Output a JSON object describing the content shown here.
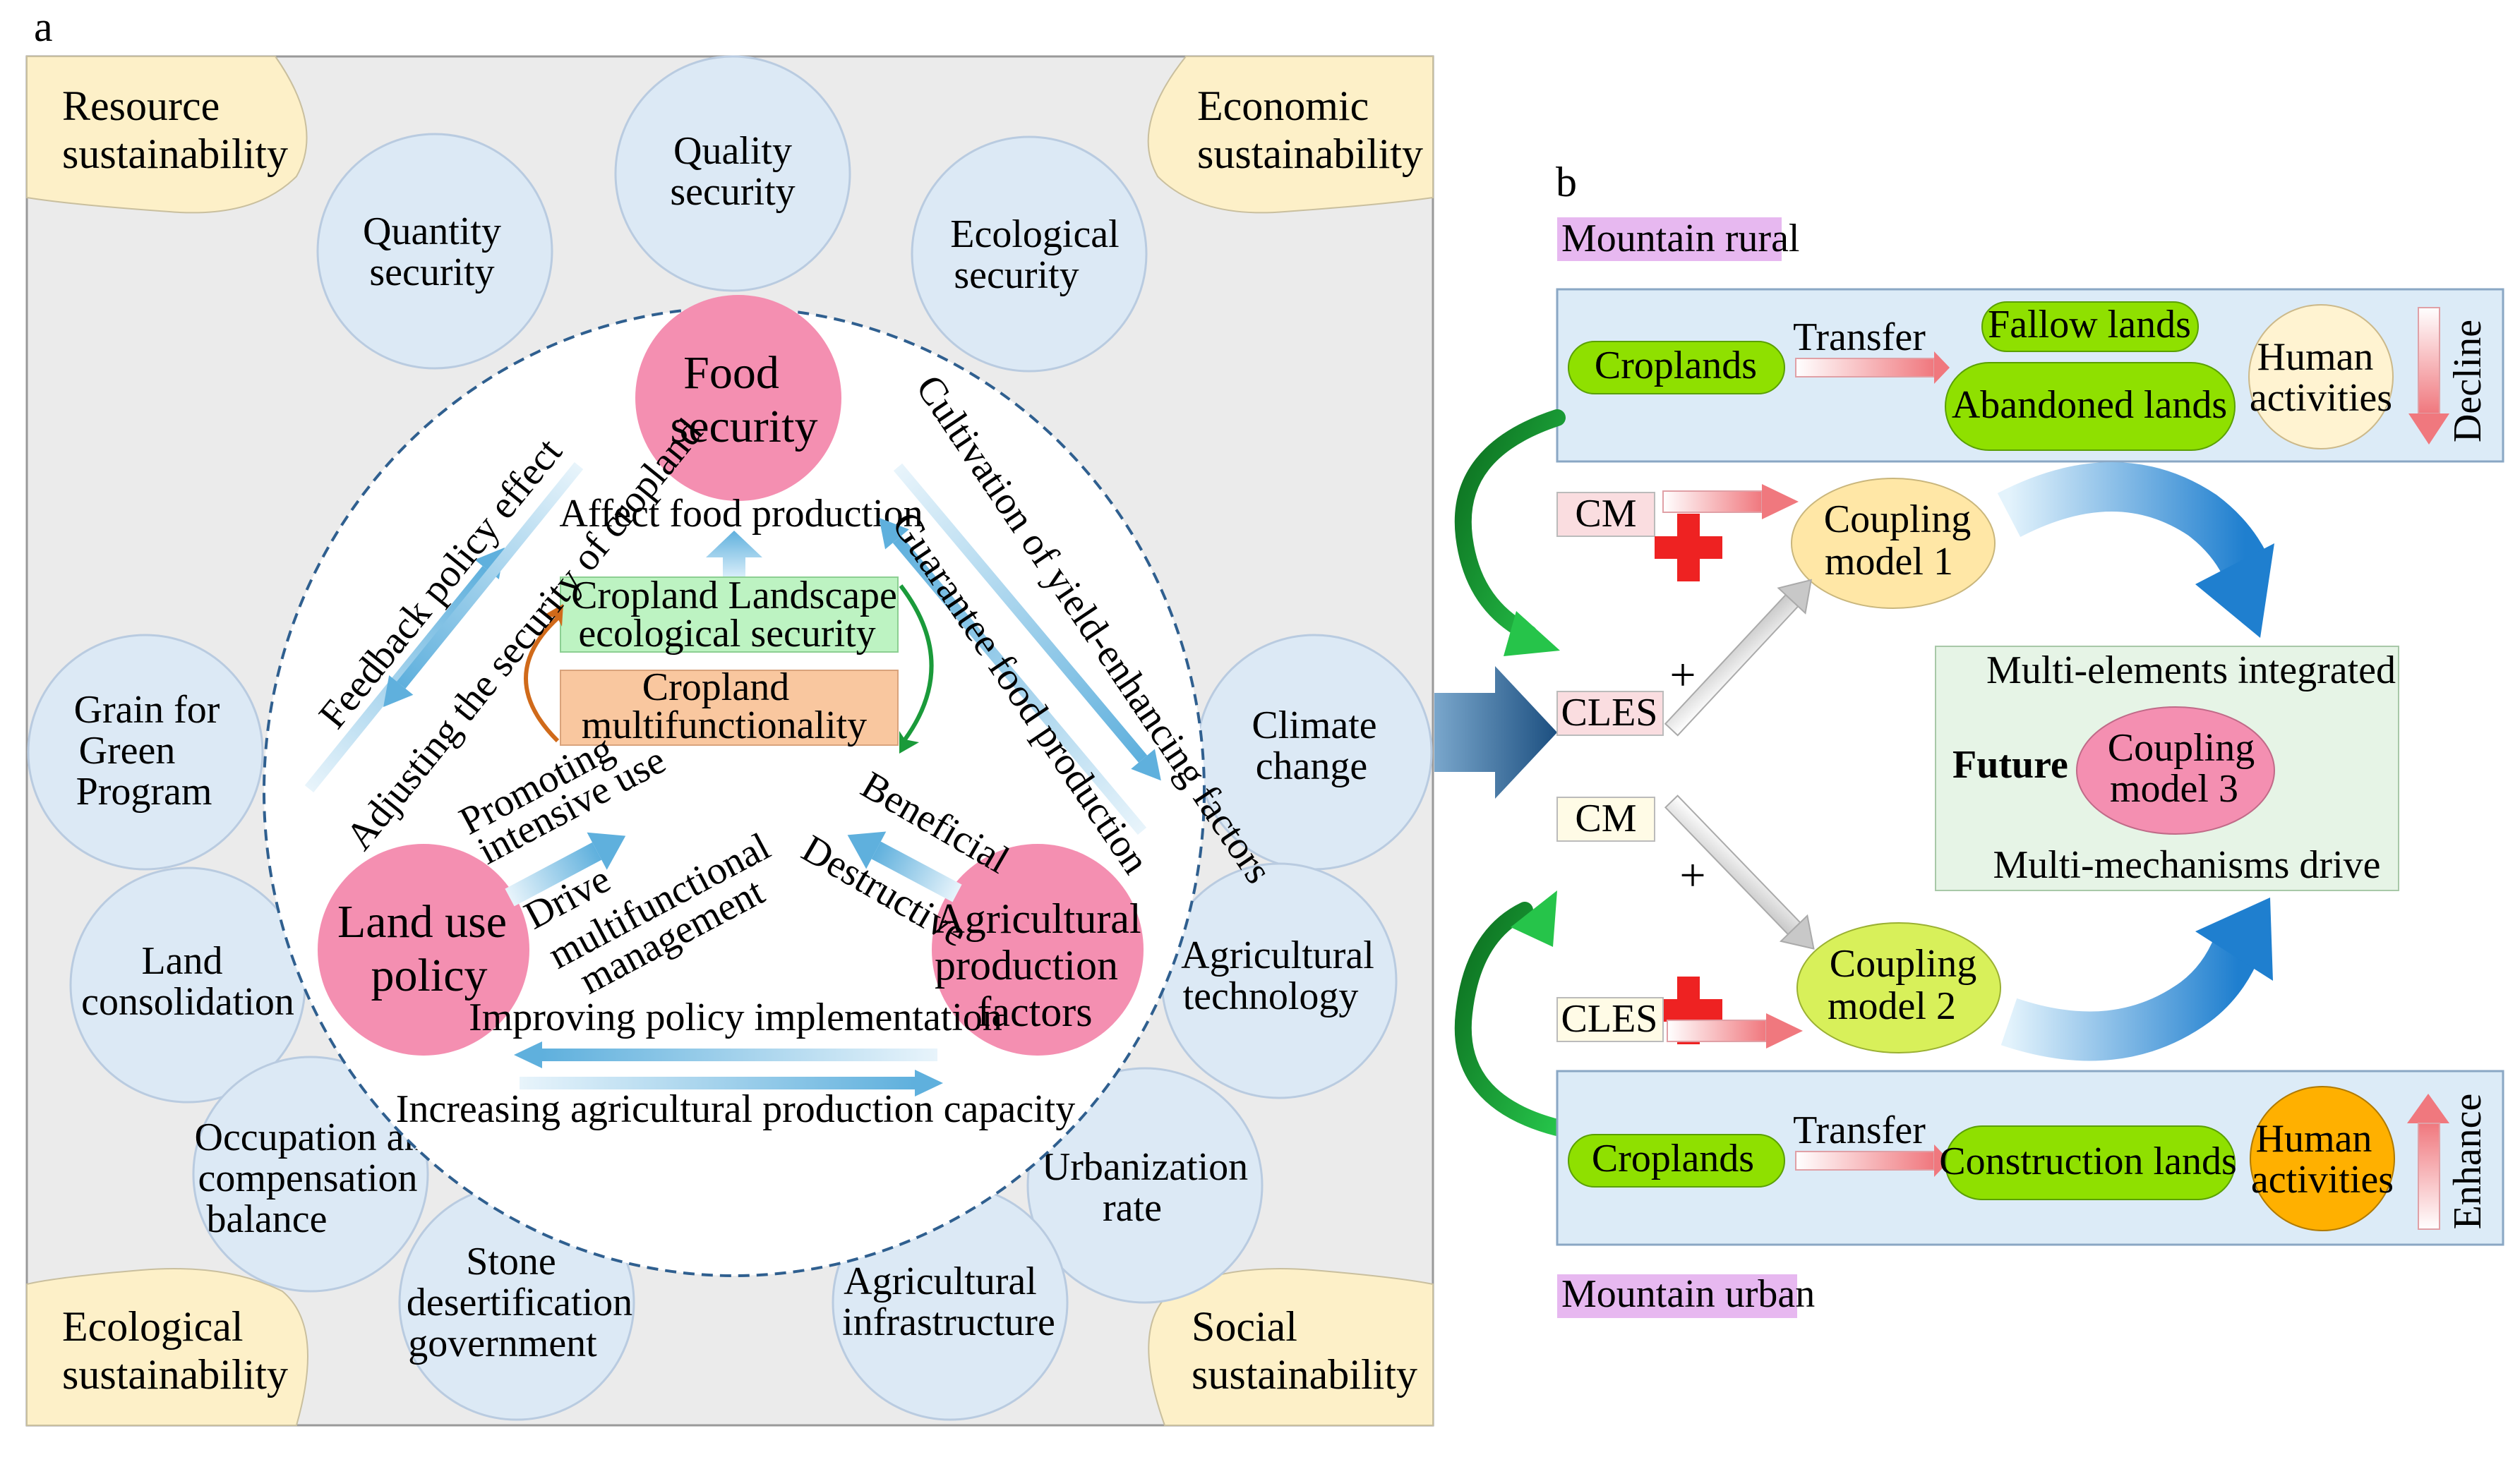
{
  "panel_a": {
    "label": "a",
    "corners": {
      "resource": [
        "Resource",
        "sustainability"
      ],
      "economic": [
        "Economic",
        "sustainability"
      ],
      "ecological": [
        "Ecological",
        "sustainability"
      ],
      "social": [
        "Social",
        "sustainability"
      ]
    },
    "outer_circles": {
      "quality": [
        "Quality",
        "security"
      ],
      "quantity": [
        "Quantity",
        "security"
      ],
      "ecological_sec": [
        "Ecological",
        "security"
      ],
      "grain": [
        "Grain for",
        "Green",
        "Program"
      ],
      "climate": [
        "Climate",
        "change"
      ],
      "consolidation": [
        "Land",
        "consolidation"
      ],
      "agri_tech": [
        "Agricultural",
        "technology"
      ],
      "occupation": [
        "Occupation and",
        "compensation",
        "balance"
      ],
      "urbanization": [
        "Urbanization",
        "rate"
      ],
      "stone": [
        "Stone",
        "desertification",
        "government"
      ],
      "agri_infra": [
        "Agricultural",
        "infrastructure"
      ]
    },
    "core": {
      "food": [
        "Food",
        "security"
      ],
      "land": [
        "Land use",
        "policy"
      ],
      "agri": [
        "Agricultural",
        "production",
        "factors"
      ],
      "landscape": [
        "Cropland Landscape",
        "ecological security"
      ],
      "multifunctionality": [
        "Cropland",
        "multifunctionality"
      ]
    },
    "arrow_labels": {
      "affect": "Affect food production",
      "feedback": "Feedback policy effect",
      "adjusting": "Adjusting the security of cropland",
      "cultivation": "Cultivation of yield-enhancing factors",
      "guarantee": "Guarantee food production",
      "promoting": [
        "Promoting",
        "intensive use"
      ],
      "drive": [
        "Drive",
        "multifunctional",
        "management"
      ],
      "beneficial": "Beneficial",
      "destructive": "Destructive",
      "improving": "Improving policy implementation",
      "increasing": "Increasing agricultural production capacity"
    }
  },
  "panel_b": {
    "label": "b",
    "rural_tag": "Mountain rural",
    "urban_tag": "Mountain urban",
    "rural": {
      "croplands": "Croplands",
      "transfer": "Transfer",
      "fallow": "Fallow  lands",
      "abandoned": "Abandoned  lands",
      "human": [
        "Human",
        "activities"
      ],
      "trend": "Decline"
    },
    "urban": {
      "croplands": "Croplands",
      "transfer": "Transfer",
      "construction": "Construction lands",
      "human": [
        "Human",
        "activities"
      ],
      "trend": "Enhance"
    },
    "cm_top": "CM",
    "cles_mid": "CLES",
    "cm_mid": "CM",
    "cles_bottom": "CLES",
    "plus": "+",
    "coupling1": [
      "Coupling",
      "model 1"
    ],
    "coupling2": [
      "Coupling",
      "model 2"
    ],
    "future": {
      "top": "Multi-elements integrated",
      "label": "Future",
      "coupling3": [
        "Coupling",
        "model 3"
      ],
      "bottom": "Multi-mechanisms drive"
    }
  },
  "colors": {
    "outer_circle": "#dce9f5",
    "corner": "#fdf0c8",
    "core_pink": "#f48fb1",
    "landscape": "#bdf3c2",
    "multi": "#f9c79f",
    "panel_b_box": "#dcebf7",
    "lime": "#8fe000",
    "human_rural": "#fff3d1",
    "human_urban": "#ffb000",
    "tag_purple": "#e7b8f0",
    "cm_pink": "#fadde0",
    "cm_cream": "#fffbe6",
    "coupling1": "#ffe7a6",
    "coupling2": "#d8f05a",
    "future_box": "#e6f4e6"
  }
}
